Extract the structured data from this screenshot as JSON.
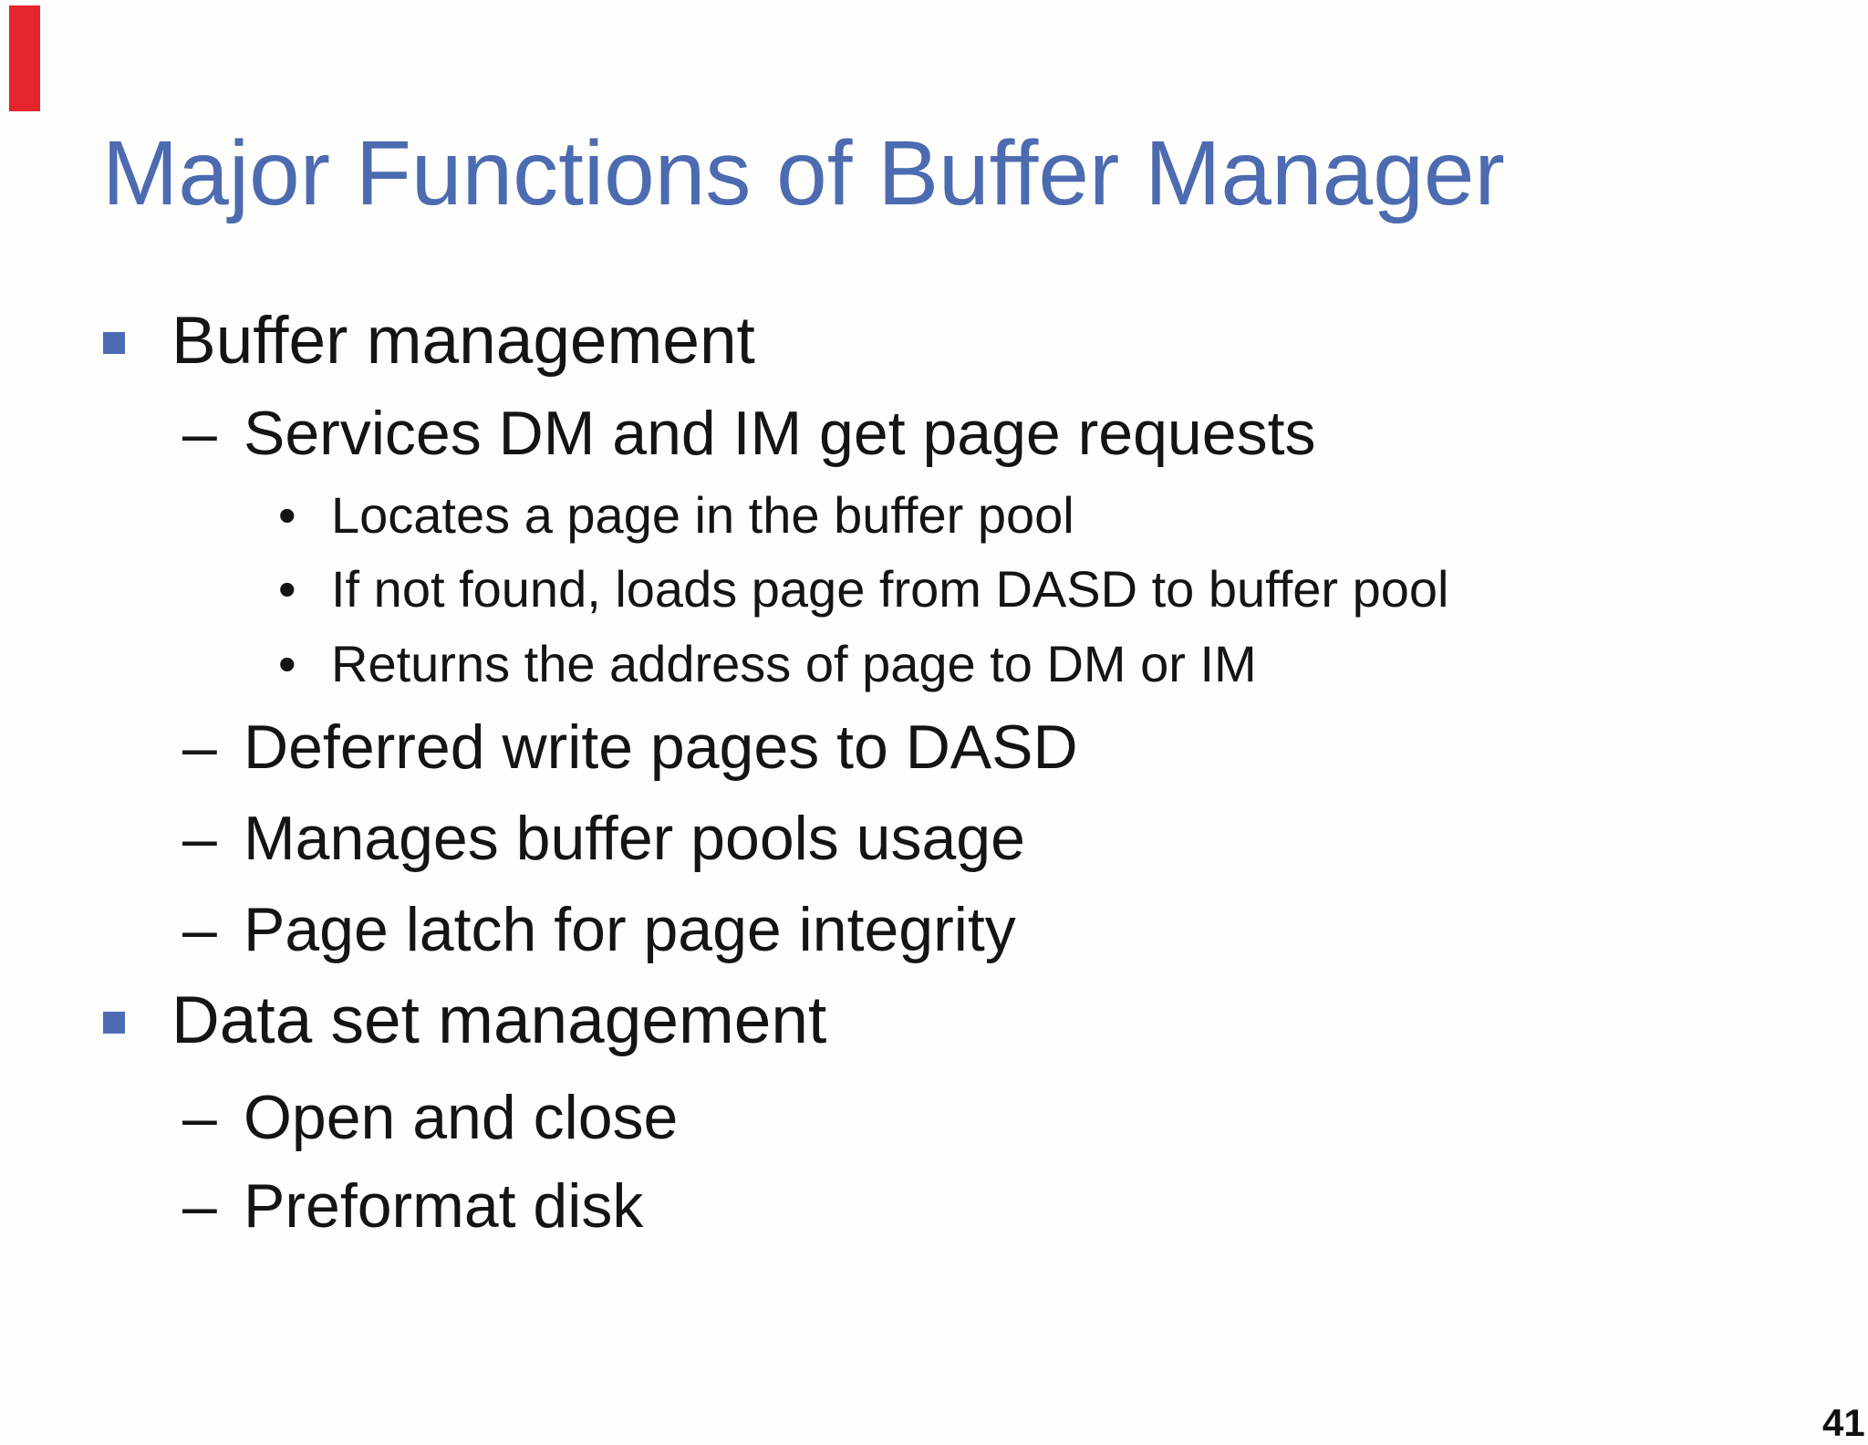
{
  "slide": {
    "title": "Major Functions of Buffer Manager",
    "page_number": "41",
    "markers": {
      "dash": "–",
      "dot": "•"
    },
    "bullets": [
      {
        "level": 1,
        "text": "Buffer management"
      },
      {
        "level": 2,
        "text": "Services DM and IM get page requests"
      },
      {
        "level": 3,
        "text": "Locates a page in the buffer pool"
      },
      {
        "level": 3,
        "text": "If not found, loads page from DASD to buffer pool"
      },
      {
        "level": 3,
        "text": "Returns the address of page to DM or IM"
      },
      {
        "level": 2,
        "text": "Deferred write pages to DASD"
      },
      {
        "level": 2,
        "text": "Manages buffer pools usage"
      },
      {
        "level": 2,
        "text": "Page latch for page integrity"
      },
      {
        "level": 1,
        "text": "Data set management"
      },
      {
        "level": 2,
        "text": "Open and close"
      },
      {
        "level": 2,
        "text": "Preformat disk"
      }
    ],
    "colors": {
      "title": "#4c6bb0",
      "bullet_square": "#4e6ab4",
      "body_text": "#141414",
      "red_marker": "#e7242b",
      "background": "#fdfdfc"
    }
  }
}
